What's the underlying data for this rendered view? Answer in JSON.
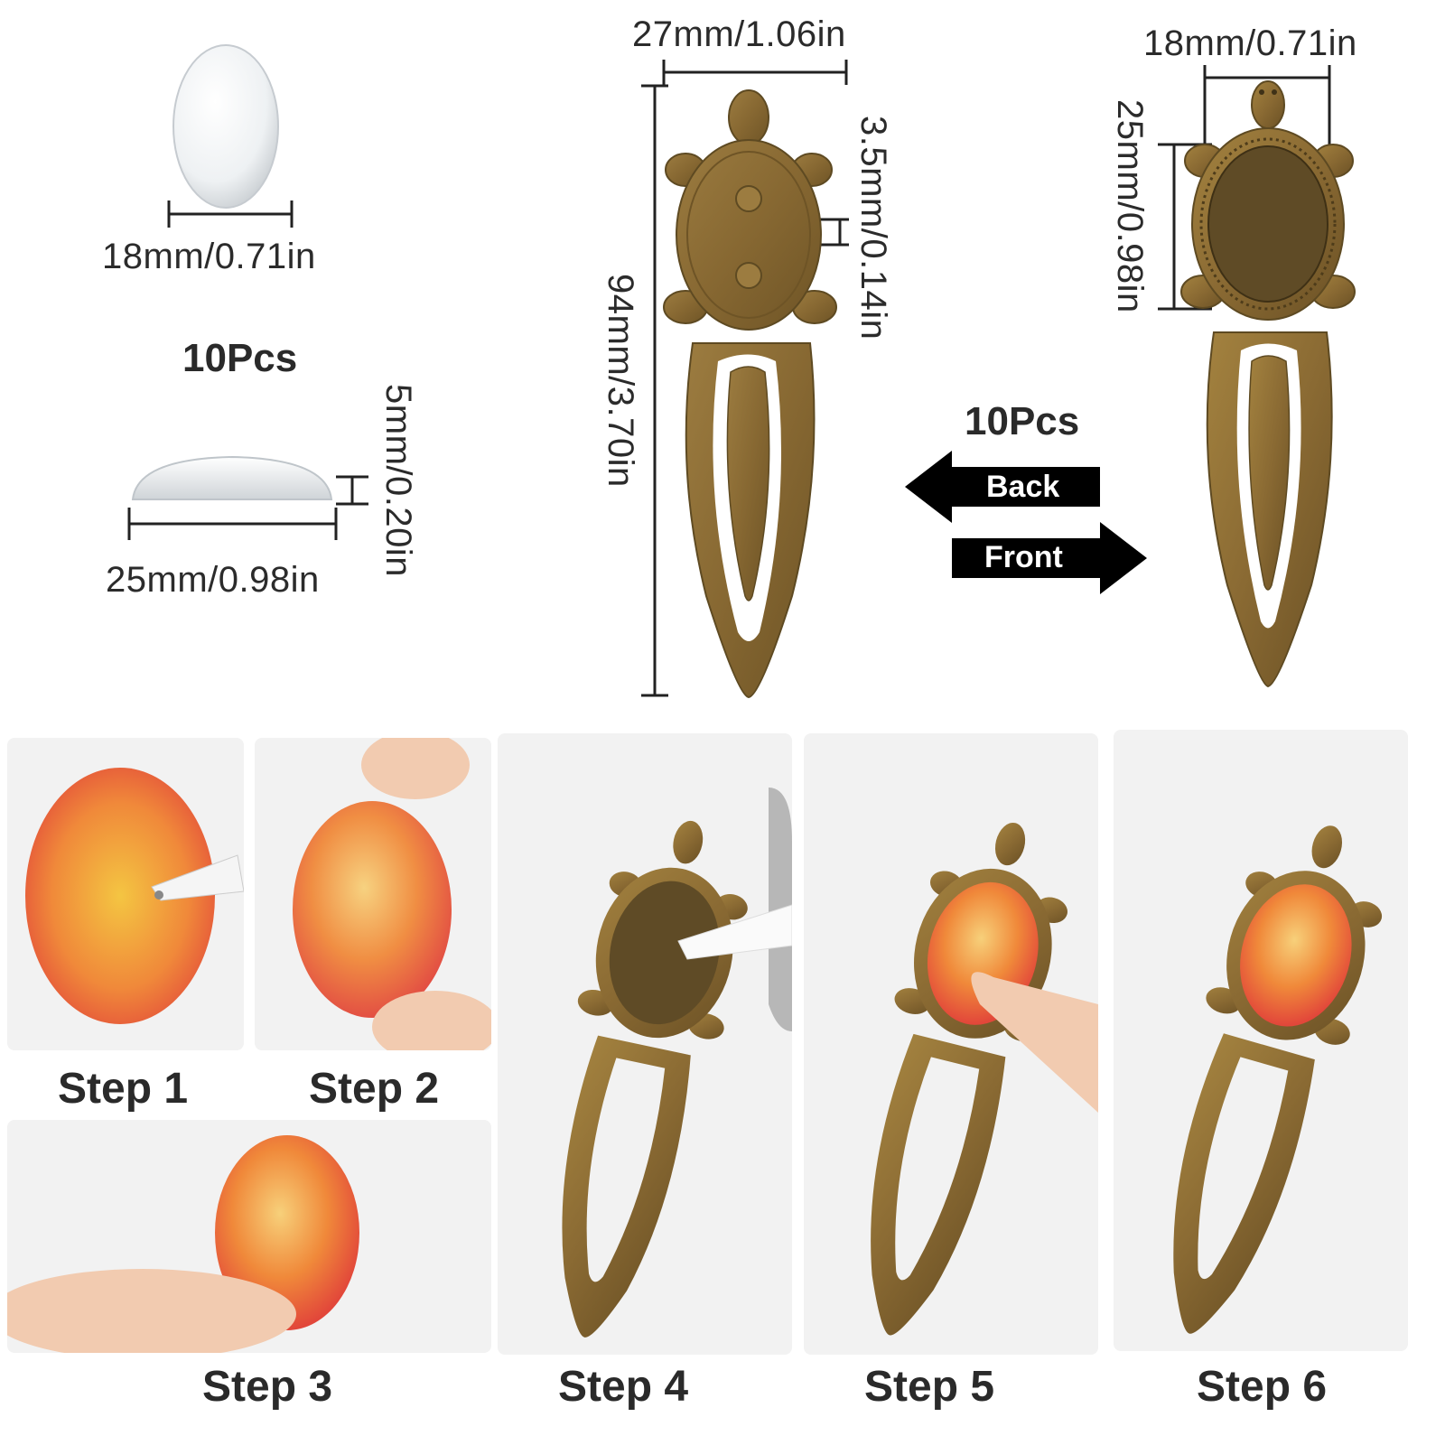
{
  "cabochon": {
    "top_width_label": "18mm/0.71in",
    "quantity_label": "10Pcs",
    "side_width_label": "25mm/0.98in",
    "side_height_label": "5mm/0.20in"
  },
  "bookmark_back": {
    "width_label": "27mm/1.06in",
    "length_label": "94mm/3.70in",
    "thickness_label": "3.5mm/0.14in"
  },
  "bookmark_front": {
    "tray_width_label": "18mm/0.71in",
    "tray_height_label": "25mm/0.98in"
  },
  "view_legend": {
    "quantity_label": "10Pcs",
    "back_label": "Back",
    "front_label": "Front"
  },
  "steps": [
    {
      "label": "Step 1"
    },
    {
      "label": "Step 2"
    },
    {
      "label": "Step 3"
    },
    {
      "label": "Step 4"
    },
    {
      "label": "Step 5"
    },
    {
      "label": "Step 6"
    }
  ],
  "colors": {
    "bronze": "#8a6b34",
    "bronze_dark": "#5e4a22",
    "glass_orange": "#f0893a",
    "glass_red": "#e2473a",
    "glass_yellow": "#f4c542",
    "skin": "#f2cbb0"
  }
}
